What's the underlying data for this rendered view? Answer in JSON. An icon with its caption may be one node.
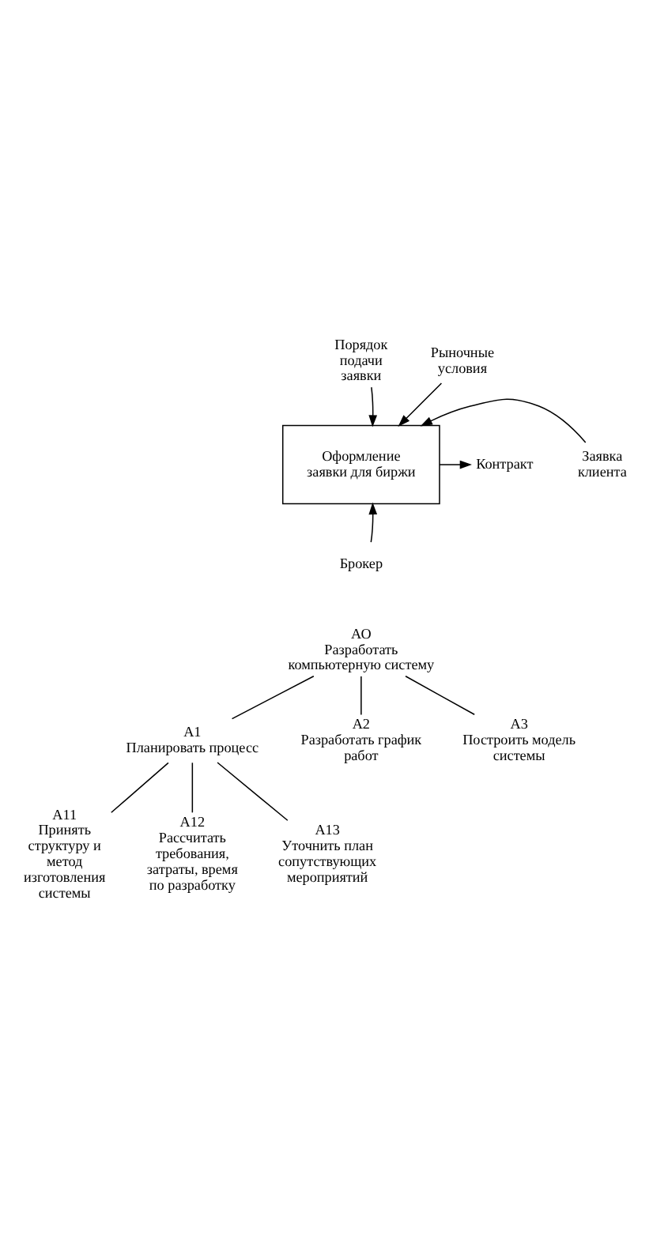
{
  "diagram": {
    "nodes": [
      {
        "text": [
          "Порядок подачи заявки"
        ]
      },
      {
        "text": [
          "Рыночные условия"
        ]
      },
      {
        "text": [
          "Заявка клиента"
        ]
      },
      {
        "text": [
          "Оформление заявки для биржи"
        ]
      },
      {
        "text": [
          "Контракт"
        ]
      },
      {
        "text": [
          "Брокер"
        ]
      },
      {
        "text": [
          "АО",
          "Разработать компьютерную систему"
        ]
      },
      {
        "text": [
          "А1",
          "Планировать процесс"
        ]
      },
      {
        "text": [
          "А2",
          "Разработать график работ"
        ]
      },
      {
        "text": [
          "А3",
          "Построить модель системы"
        ]
      },
      {
        "text": [
          "А11",
          "Принять структуру и метод изготовления системы"
        ]
      },
      {
        "text": [
          "А12",
          "Рассчитать требования, затраты, время по разработку"
        ]
      },
      {
        "text": [
          "А13",
          "Уточнить план сопутствующих мероприятий"
        ]
      }
    ],
    "edges": [
      {
        "from": 0,
        "to": 3,
        "arrow": "to"
      },
      {
        "from": 1,
        "to": 3,
        "arrow": "to"
      },
      {
        "from": 2,
        "to": 3,
        "arrow": "to"
      },
      {
        "from": 3,
        "to": 4,
        "arrow": "to"
      },
      {
        "from": 5,
        "to": 3,
        "arrow": "to"
      },
      {
        "from": 6,
        "to": 7,
        "arrow": "none"
      },
      {
        "from": 6,
        "to": 8,
        "arrow": "none"
      },
      {
        "from": 6,
        "to": 9,
        "arrow": "none"
      },
      {
        "from": 7,
        "to": 10,
        "arrow": "none"
      },
      {
        "from": 7,
        "to": 11,
        "arrow": "none"
      },
      {
        "from": 7,
        "to": 12,
        "arrow": "none"
      }
    ]
  }
}
